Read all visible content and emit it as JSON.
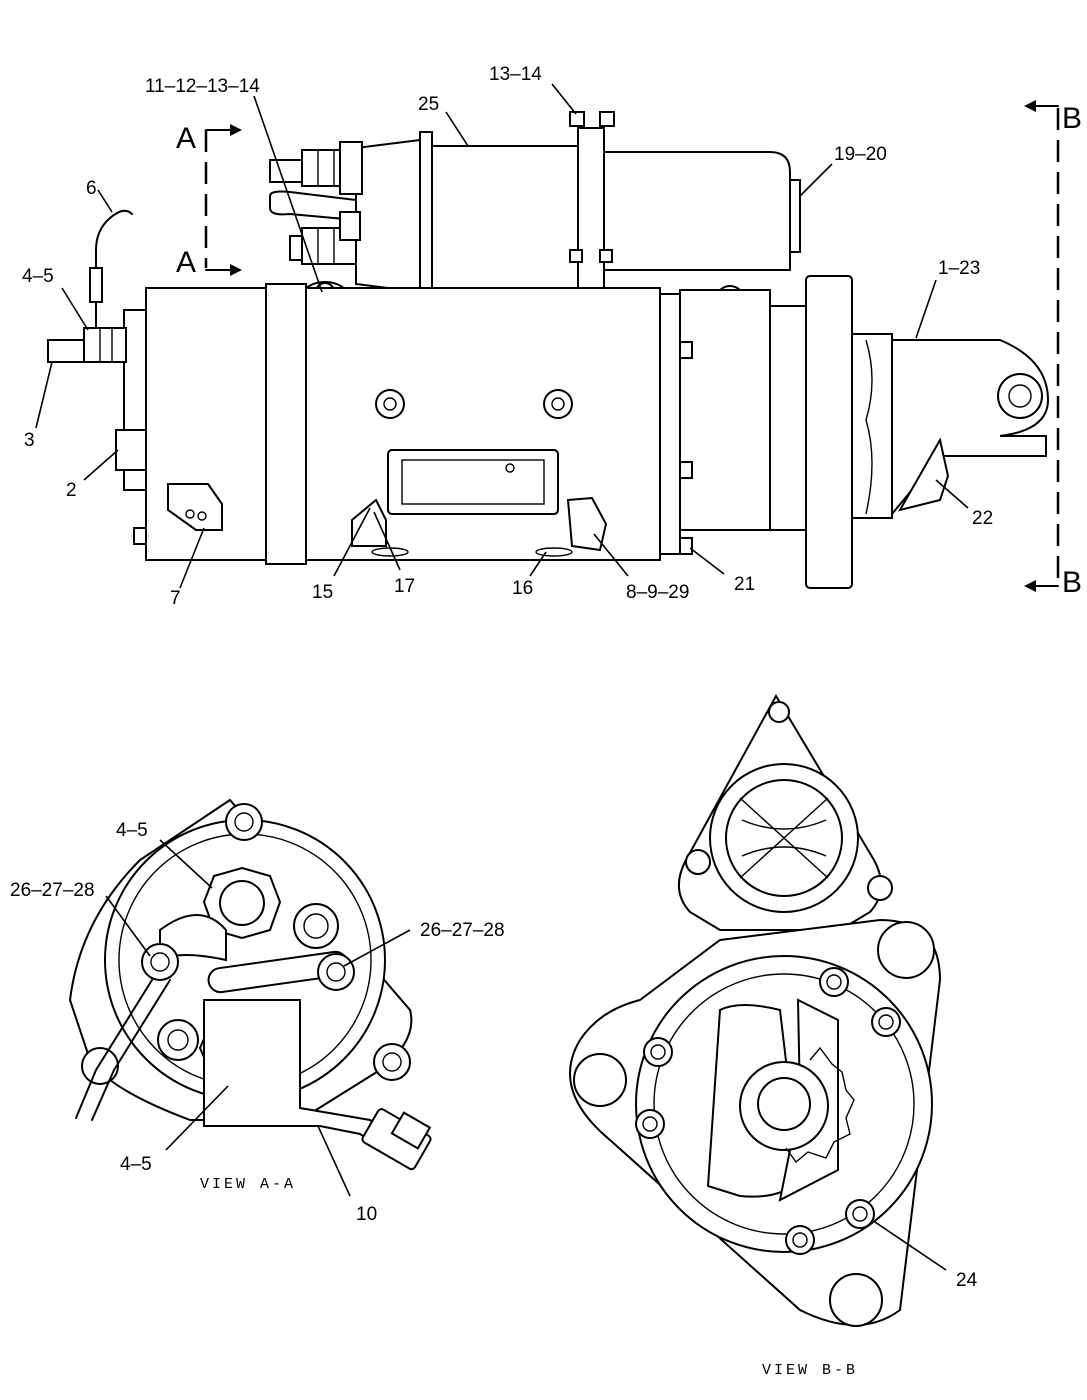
{
  "callouts": {
    "c1": "11–12–13–14",
    "c2": "13–14",
    "c3": "25",
    "c4": "19–20",
    "c5": "6",
    "c6": "4–5",
    "c7": "3",
    "c8": "2",
    "c9": "7",
    "c10": "1–23",
    "c11": "22",
    "c12": "21",
    "c13": "15",
    "c14": "17",
    "c15": "16",
    "c16": "8–9–29",
    "c17": "4–5",
    "c18": "26–27–28",
    "c19": "26–27–28",
    "c20": "4–5",
    "c21": "10",
    "c22": "24"
  },
  "section_markers": {
    "a_top": "A",
    "a_bottom": "A",
    "b_top": "B",
    "b_bottom": "B"
  },
  "view_labels": {
    "view_a": "VIEW A-A",
    "view_b": "VIEW B-B"
  }
}
